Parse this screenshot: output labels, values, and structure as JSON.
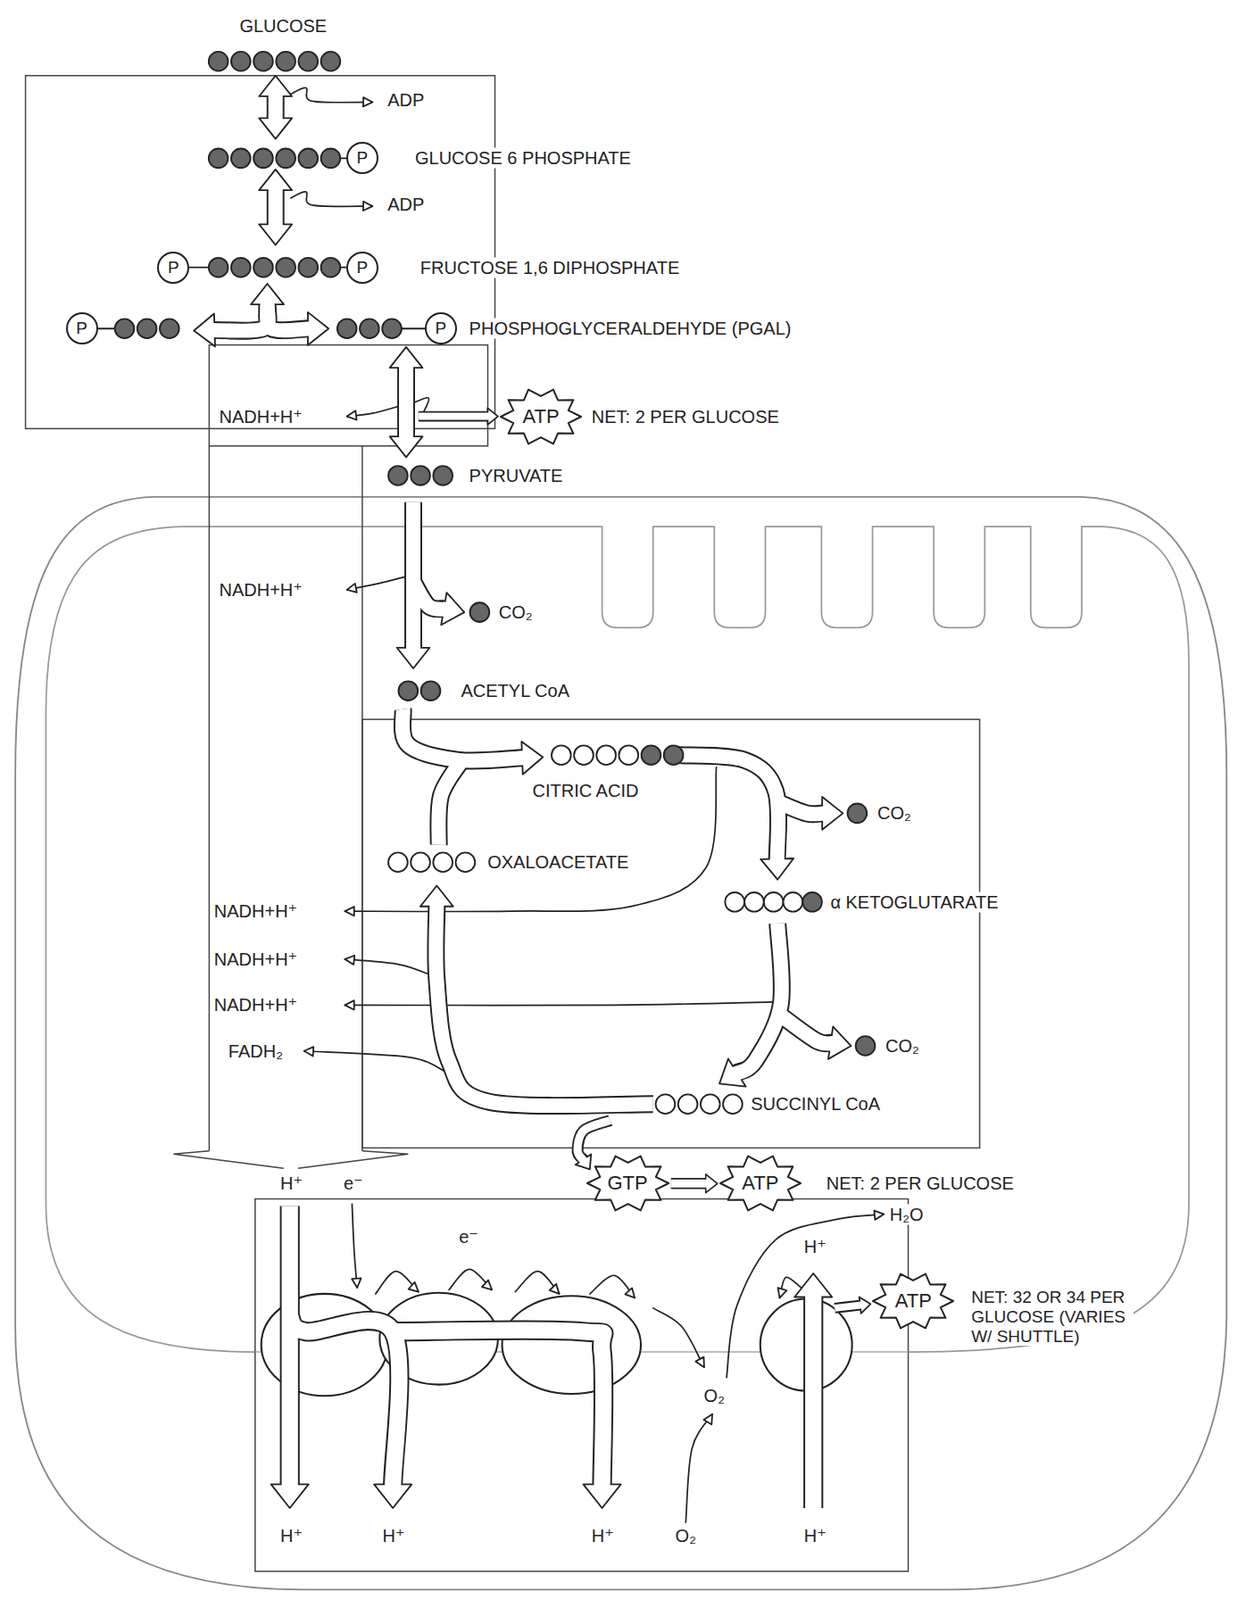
{
  "diagram": {
    "nodes": [
      {
        "text": [
          "P"
        ]
      },
      {
        "text": [
          "P"
        ]
      },
      {
        "text": [
          "P"
        ]
      },
      {
        "text": [
          "P"
        ]
      },
      {
        "text": [
          "P"
        ]
      },
      {
        "text": [
          "ATP"
        ]
      },
      {
        "text": [
          "GTP"
        ]
      },
      {
        "text": [
          "ATP"
        ]
      },
      {
        "text": [
          "ATP"
        ]
      }
    ],
    "edges": [
      {
        "from": 6,
        "to": 7,
        "arrow": "to"
      }
    ],
    "labels": [
      "GLUCOSE",
      "ADP",
      "GLUCOSE 6 PHOSPHATE",
      "ADP",
      "FRUCTOSE 1,6 DIPHOSPHATE",
      "PHOSPHOGLYCERALDEHYDE (PGAL)",
      "NADH+H⁺",
      "NET: 2 PER GLUCOSE",
      "PYRUVATE",
      "NADH+H⁺",
      "CO₂",
      "ACETYL CoA",
      "CITRIC ACID",
      "CO₂",
      "OXALOACETATE",
      "α KETOGLUTARATE",
      "NADH+H⁺",
      "NADH+H⁺",
      "NADH+H⁺",
      "CO₂",
      "FADH₂",
      "SUCCINYL CoA",
      "NET: 2 PER GLUCOSE",
      "H⁺",
      "e⁻",
      "H₂O",
      "e⁻",
      "H⁺",
      "NET: 32 OR 34 PER GLUCOSE (VARIES W/ SHUTTLE)",
      "O₂",
      "H⁺",
      "H⁺",
      "H⁺",
      "O₂",
      "H⁺"
    ]
  }
}
